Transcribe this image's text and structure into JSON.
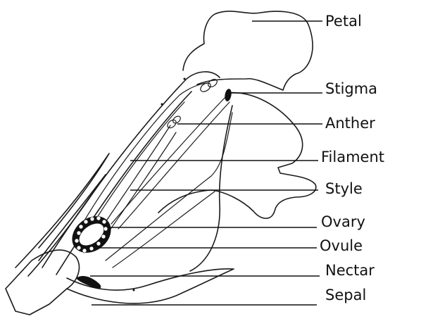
{
  "labels": {
    "petal": "Petal",
    "stigma": "Stigma",
    "anther": "Anther",
    "filament": "Filament",
    "style": "Style",
    "ovary": "Ovary",
    "ovule": "Ovule",
    "nectar": "Nectar",
    "sepal": "Sepal"
  }
}
